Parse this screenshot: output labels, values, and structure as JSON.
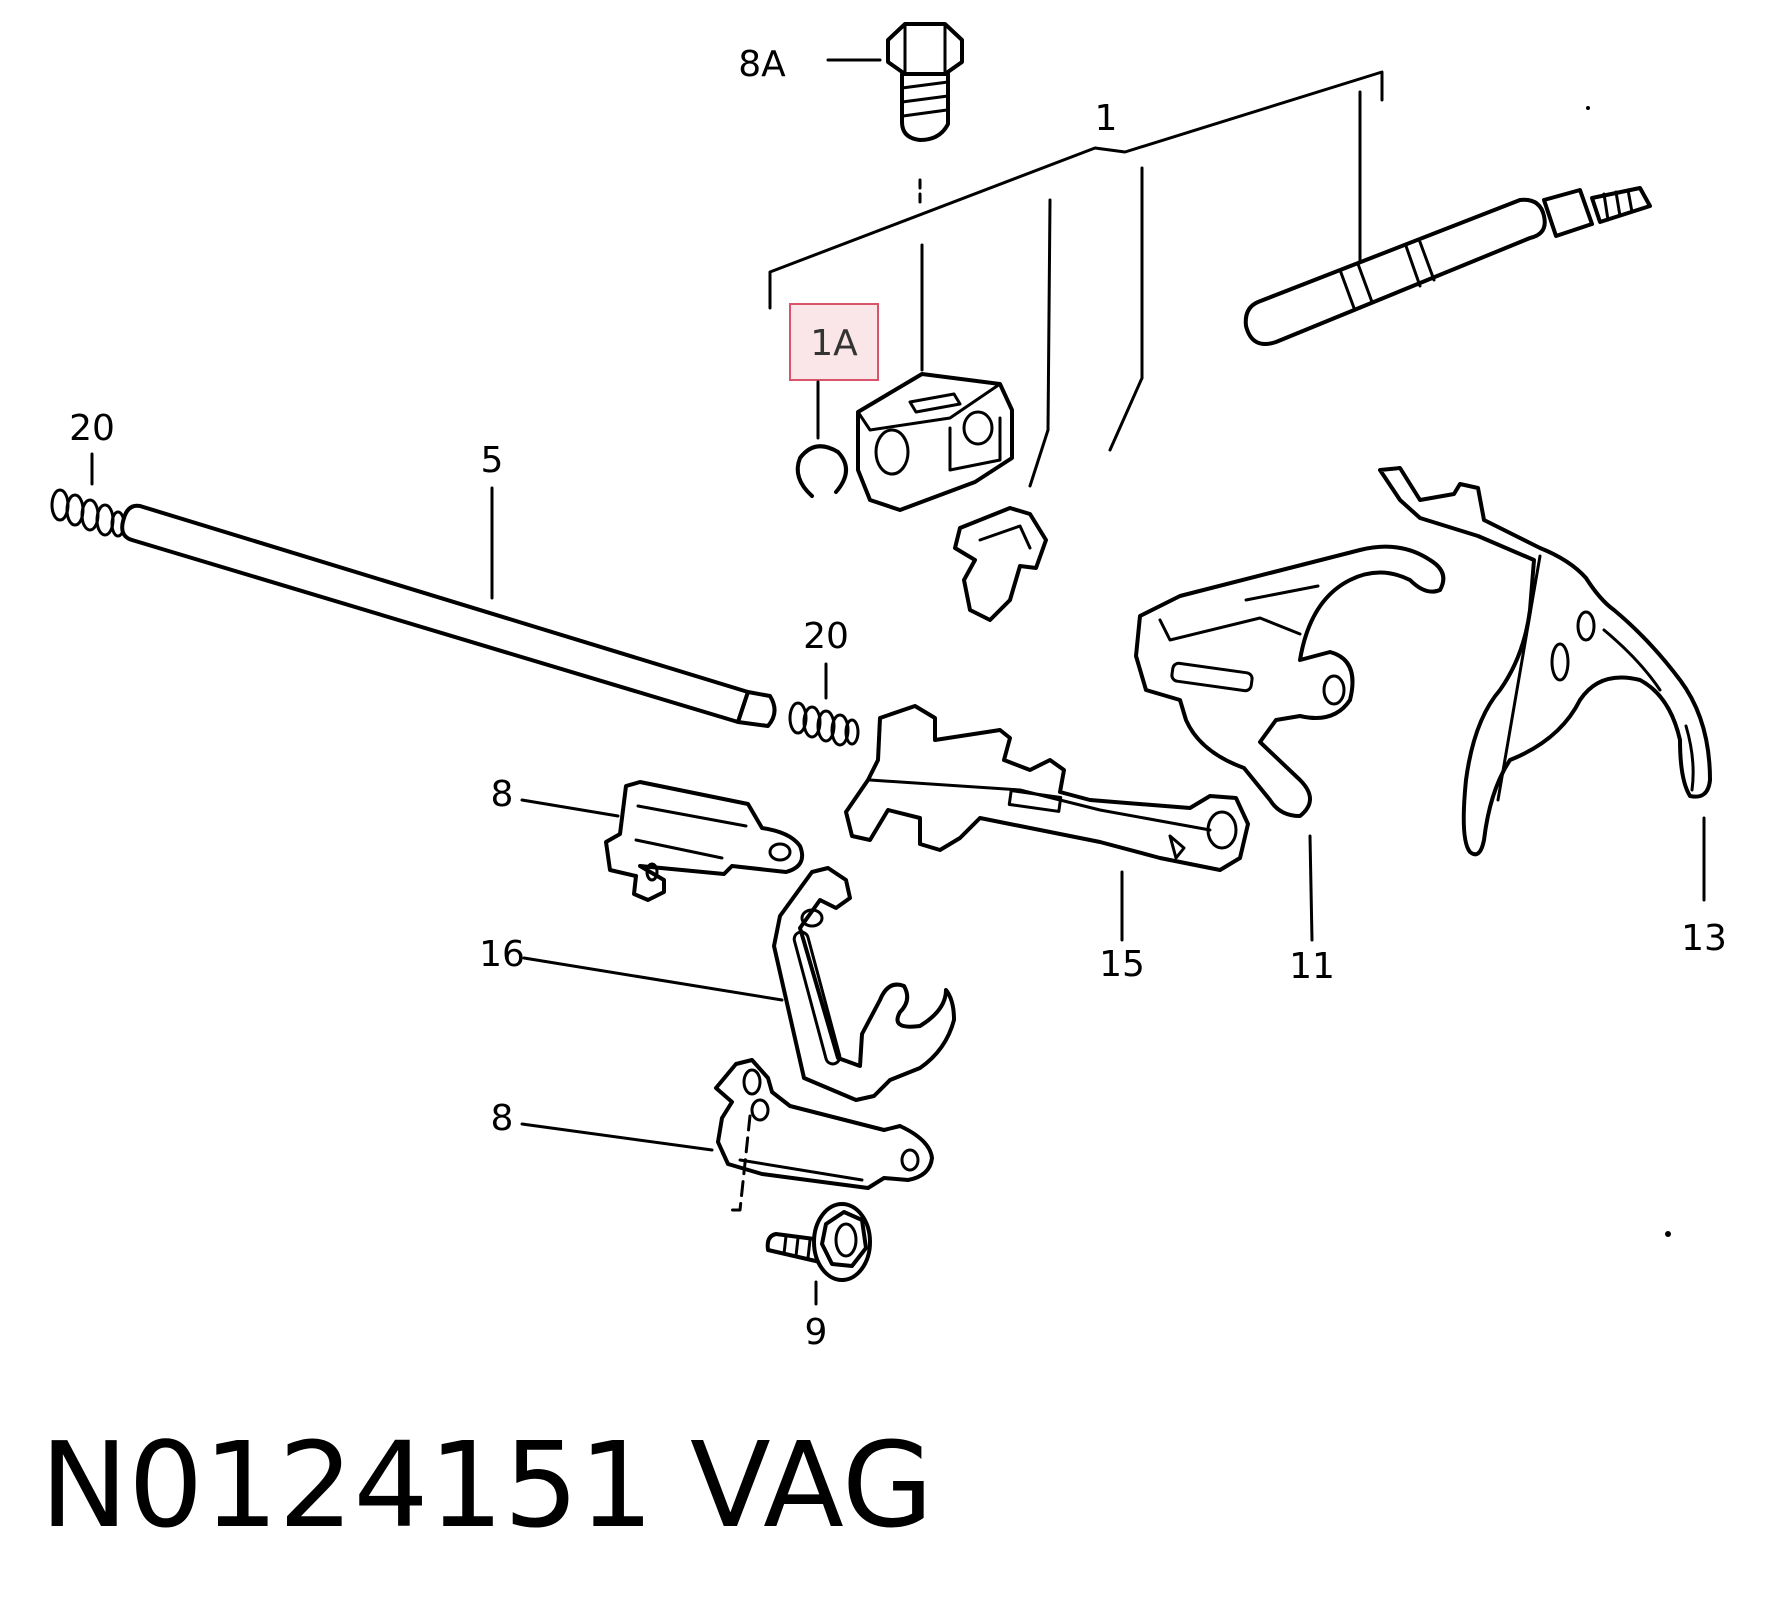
{
  "diagram": {
    "callouts": {
      "c1": "1",
      "c1A": "1A",
      "c5": "5",
      "c8": "8",
      "c8A": "8A",
      "c8b": "8",
      "c9": "9",
      "c11": "11",
      "c13": "13",
      "c15": "15",
      "c16": "16",
      "c20a": "20",
      "c20b": "20"
    },
    "highlight_color": "#f5c6cf",
    "highlight_border": "#d9536b",
    "caption_part": "N0124151",
    "caption_brand": "VAG"
  }
}
